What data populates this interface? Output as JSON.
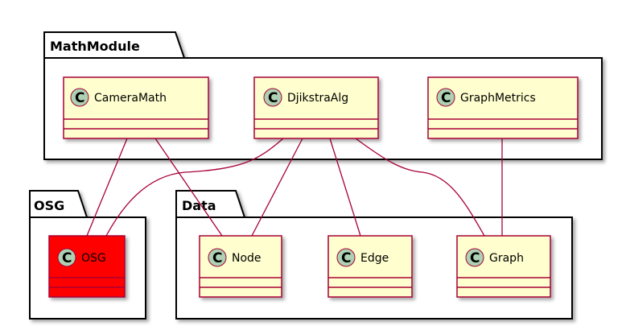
{
  "colors": {
    "class_fill": "#FEFECE",
    "class_border": "#A80036",
    "highlight_fill": "#FF0000",
    "circle_fill": "#ADD1B2",
    "edge": "#A80036",
    "package_border": "#000000"
  },
  "packages": {
    "math_module": {
      "title": "MathModule"
    },
    "osg": {
      "title": "OSG"
    },
    "data": {
      "title": "Data"
    }
  },
  "classes": {
    "camera_math": {
      "glyph": "C",
      "name": "CameraMath"
    },
    "djikstra_alg": {
      "glyph": "C",
      "name": "DjikstraAlg"
    },
    "graph_metrics": {
      "glyph": "C",
      "name": "GraphMetrics"
    },
    "osg": {
      "glyph": "C",
      "name": "OSG"
    },
    "node": {
      "glyph": "C",
      "name": "Node"
    },
    "edge": {
      "glyph": "C",
      "name": "Edge"
    },
    "graph": {
      "glyph": "C",
      "name": "Graph"
    }
  },
  "relations": [
    {
      "from": "CameraMath",
      "to": "OSG"
    },
    {
      "from": "CameraMath",
      "to": "Node"
    },
    {
      "from": "DjikstraAlg",
      "to": "OSG"
    },
    {
      "from": "DjikstraAlg",
      "to": "Node"
    },
    {
      "from": "DjikstraAlg",
      "to": "Edge"
    },
    {
      "from": "DjikstraAlg",
      "to": "Graph"
    },
    {
      "from": "GraphMetrics",
      "to": "Graph"
    }
  ]
}
